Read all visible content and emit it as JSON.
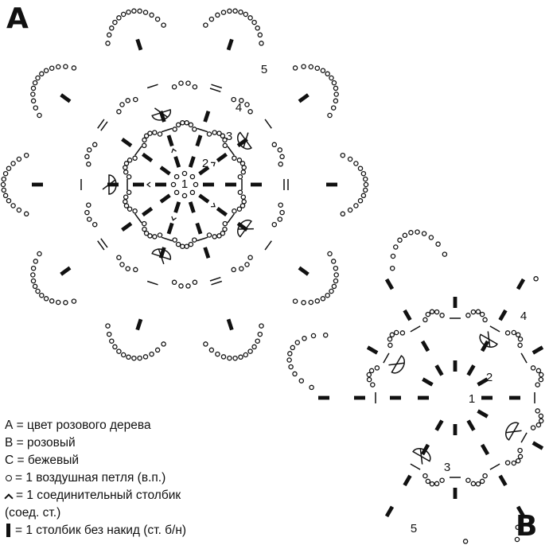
{
  "panels": {
    "a_label": "A",
    "b_label": "B"
  },
  "motif_a": {
    "round_labels": [
      "1",
      "2",
      "3",
      "4",
      "5"
    ]
  },
  "motif_b": {
    "round_labels": [
      "1",
      "2",
      "3",
      "4",
      "5"
    ]
  },
  "legend": {
    "color_a": "А = цвет розового дерева",
    "color_b": "В = розовый",
    "color_c": "С = бежевый",
    "chain": "= 1 воздушная петля (в.п.)",
    "slip_line1": "= 1 соединительный столбик",
    "slip_line2": "(соед. ст.)",
    "sc": "= 1 столбик без накид (ст. б/н)"
  },
  "symbols": {
    "chain": "chain-stitch-icon",
    "slip": "slip-stitch-icon",
    "sc": "single-crochet-icon"
  },
  "colors": {
    "ink": "#111111",
    "background": "#ffffff"
  }
}
